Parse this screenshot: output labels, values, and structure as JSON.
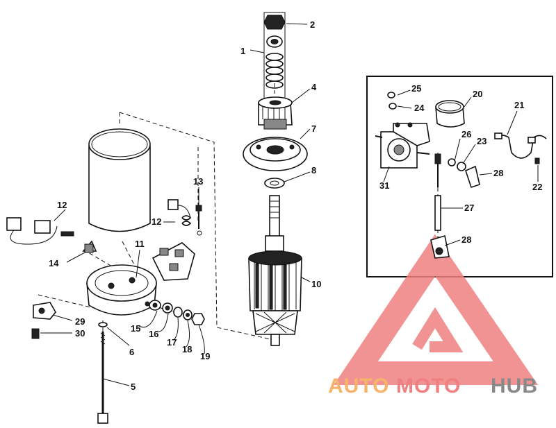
{
  "callouts": {
    "c1": "1",
    "c2": "2",
    "c4": "4",
    "c5": "5",
    "c6": "6",
    "c7": "7",
    "c8": "8",
    "c10": "10",
    "c11": "11",
    "c12a": "12",
    "c12b": "12",
    "c13": "13",
    "c14": "14",
    "c15": "15",
    "c16": "16",
    "c17": "17",
    "c18": "18",
    "c19": "19",
    "c20": "20",
    "c21": "21",
    "c22": "22",
    "c23": "23",
    "c24": "24",
    "c25": "25",
    "c26": "26",
    "c27": "27",
    "c28a": "28",
    "c28b": "28",
    "c29": "29",
    "c30": "30",
    "c31": "31"
  },
  "watermark": {
    "part1": "AUTO",
    "part2": "MOTO",
    "part3": "HUB",
    "color_orange": "#f5b36b",
    "color_red": "#f08080",
    "color_grey": "#888888"
  }
}
